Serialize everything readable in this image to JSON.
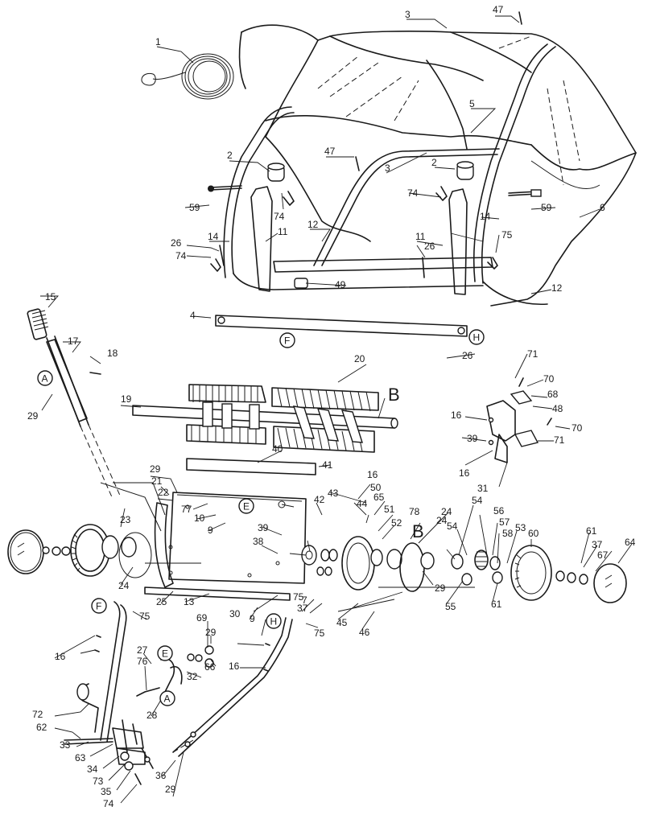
{
  "part_callouts": [
    "1",
    "2",
    "2",
    "3",
    "3",
    "4",
    "5",
    "6",
    "9",
    "9",
    "10",
    "11",
    "11",
    "12",
    "12",
    "13",
    "14",
    "14",
    "15",
    "16",
    "16",
    "16",
    "16",
    "16",
    "17",
    "18",
    "19",
    "20",
    "21",
    "22",
    "23",
    "24",
    "24",
    "24",
    "25",
    "26",
    "26",
    "26",
    "27",
    "28",
    "29",
    "29",
    "29",
    "29",
    "29",
    "30",
    "31",
    "32",
    "33",
    "34",
    "35",
    "36",
    "37",
    "37",
    "38",
    "39",
    "39",
    "40",
    "41",
    "42",
    "43",
    "44",
    "45",
    "46",
    "47",
    "47",
    "48",
    "49",
    "50",
    "51",
    "52",
    "53",
    "54",
    "54",
    "55",
    "56",
    "57",
    "58",
    "59",
    "59",
    "60",
    "61",
    "61",
    "62",
    "63",
    "64",
    "65",
    "66",
    "67",
    "68",
    "69",
    "70",
    "70",
    "71",
    "71",
    "72",
    "73",
    "74",
    "74",
    "74",
    "74",
    "75",
    "75",
    "75",
    "75",
    "76",
    "77",
    "78",
    "7"
  ],
  "reference_letters": [
    "A",
    "A",
    "B",
    "B",
    "E",
    "E",
    "F",
    "F",
    "H",
    "H"
  ]
}
